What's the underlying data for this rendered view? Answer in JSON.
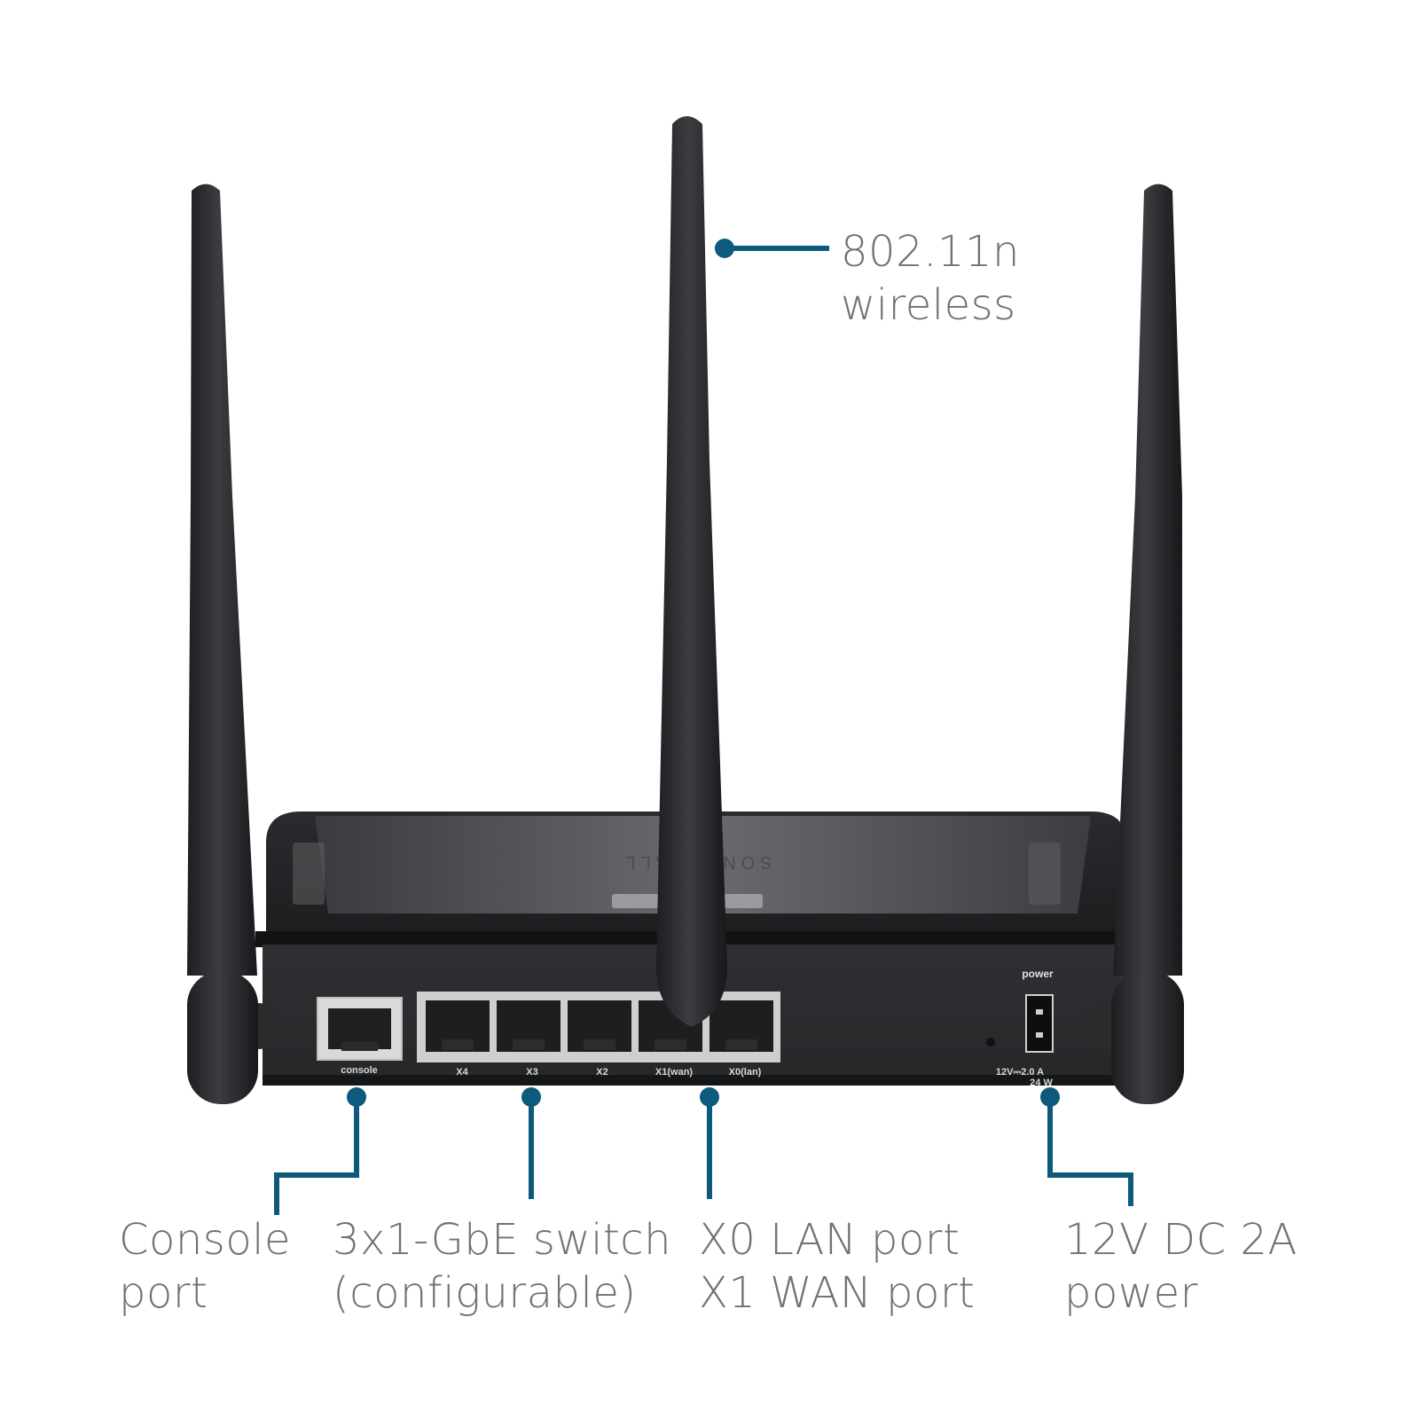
{
  "colors": {
    "accent": "#0e5a7d",
    "callout_text": "#6f7276",
    "device": "#232427"
  },
  "device": {
    "brand": "SONICWALL",
    "power_header": "power",
    "power_rating_line1": "12V⎓2.0 A",
    "power_rating_line2": "24 W",
    "ports": [
      {
        "id": "console",
        "label": "console"
      },
      {
        "id": "x4",
        "label": "X4"
      },
      {
        "id": "x3",
        "label": "X3"
      },
      {
        "id": "x2",
        "label": "X2"
      },
      {
        "id": "x1",
        "label": "X1(wan)"
      },
      {
        "id": "x0",
        "label": "X0(lan)"
      }
    ]
  },
  "callouts": {
    "wireless": {
      "line1": "802.11n",
      "line2": "wireless"
    },
    "console": {
      "line1": "Console",
      "line2": "port"
    },
    "switch": {
      "line1": "3x1-GbE switch",
      "line2": "(configurable)"
    },
    "lanwan": {
      "line1": "X0 LAN port",
      "line2": "X1 WAN port"
    },
    "power": {
      "line1": "12V DC 2A",
      "line2": "power"
    }
  }
}
